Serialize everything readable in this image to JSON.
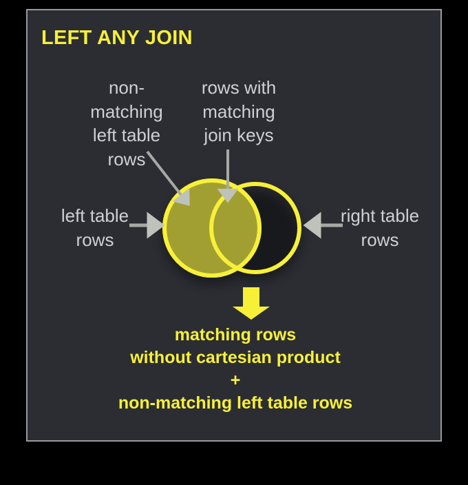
{
  "diagram": {
    "title": "LEFT ANY JOIN",
    "type": "venn-diagram",
    "colors": {
      "background": "#000000",
      "panel": "#2b2d33",
      "panel_border": "#9a9a9a",
      "accent_yellow": "#f7f038",
      "circle_stroke": "#f7f038",
      "left_circle_fill": "#a9a734",
      "annotation_gray": "#cfd0d2",
      "arrow_gray": "#a0a0a0"
    },
    "annotations": {
      "non_matching_left": "non-\nmatching\nleft table\nrows",
      "matching_join_keys": "rows with\nmatching\njoin keys",
      "left_table_rows": "left table\nrows",
      "right_table_rows": "right table\nrows"
    },
    "circles": [
      {
        "name": "left-table-circle",
        "filled": true,
        "label": "left table"
      },
      {
        "name": "right-table-circle",
        "filled": false,
        "label": "right table"
      }
    ],
    "arrows": [
      {
        "name": "non-matching-arrow",
        "direction": "down-right",
        "color": "#a0a0a0"
      },
      {
        "name": "matching-keys-arrow",
        "direction": "down",
        "color": "#a0a0a0"
      },
      {
        "name": "left-rows-arrow",
        "direction": "right",
        "color": "#a0a0a0"
      },
      {
        "name": "right-rows-arrow",
        "direction": "left",
        "color": "#a0a0a0"
      },
      {
        "name": "result-arrow",
        "direction": "down",
        "color": "#f7f038"
      }
    ],
    "result_caption": {
      "line1": "matching rows",
      "line2": "without cartesian product",
      "line3": "+",
      "line4": "non-matching left table rows"
    }
  }
}
